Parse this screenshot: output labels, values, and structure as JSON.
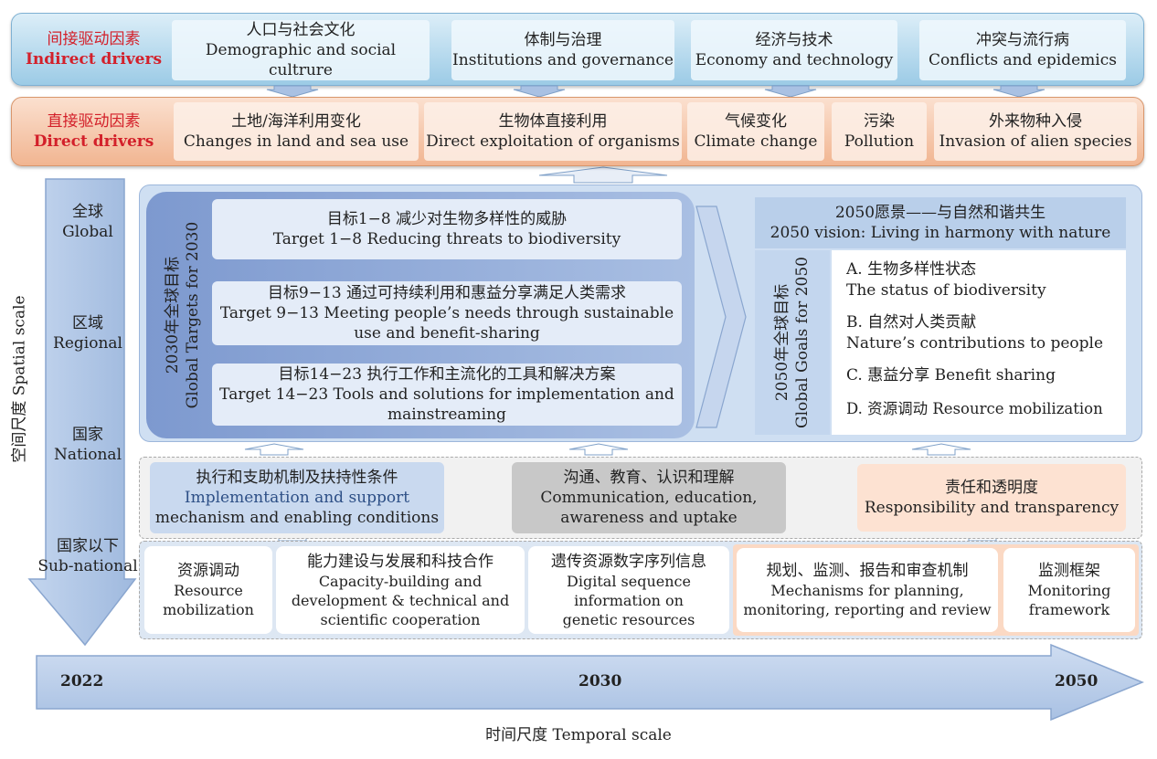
{
  "indirect": {
    "label_zh": "间接驱动因素",
    "label_en": "Indirect drivers",
    "items": [
      {
        "zh": "人口与社会文化",
        "en": "Demographic and social cultrure"
      },
      {
        "zh": "体制与治理",
        "en": "Institutions and governance"
      },
      {
        "zh": "经济与技术",
        "en": "Economy and technology"
      },
      {
        "zh": "冲突与流行病",
        "en": "Conflicts and epidemics"
      }
    ]
  },
  "direct": {
    "label_zh": "直接驱动因素",
    "label_en": "Direct drivers",
    "items": [
      {
        "zh": "土地/海洋利用变化",
        "en": "Changes in land and sea use"
      },
      {
        "zh": "生物体直接利用",
        "en": "Direct exploitation of organisms"
      },
      {
        "zh": "气候变化",
        "en": "Climate change"
      },
      {
        "zh": "污染",
        "en": "Pollution"
      },
      {
        "zh": "外来物种入侵",
        "en": "Invasion of alien species"
      }
    ]
  },
  "spatial": {
    "axis_label": "空间尺度 Spatial scale",
    "levels": [
      {
        "zh": "全球",
        "en": "Global"
      },
      {
        "zh": "区域",
        "en": "Regional"
      },
      {
        "zh": "国家",
        "en": "National"
      },
      {
        "zh": "国家以下",
        "en": "Sub-national"
      }
    ]
  },
  "targets2030": {
    "side_zh": "2030年全球目标",
    "side_en": "Global Targets for 2030",
    "items": [
      {
        "zh": "目标1−8 减少对生物多样性的威胁",
        "en1": "Target 1−8 Reducing threats to biodiversity",
        "en2": ""
      },
      {
        "zh": "目标9−13 通过可持续利用和惠益分享满足人类需求",
        "en1": "Target 9−13 Meeting people’s needs through sustainable",
        "en2": "use and benefit-sharing"
      },
      {
        "zh": "目标14−23 执行工作和主流化的工具和解决方案",
        "en1": "Target 14−23 Tools and solutions for implementation and",
        "en2": "mainstreaming"
      }
    ]
  },
  "vision2050": {
    "zh": "2050愿景——与自然和谐共生",
    "en": "2050 vision: Living in harmony with nature",
    "side_zh": "2050年全球目标",
    "side_en": "Global Goals for 2050",
    "goals": [
      {
        "zh": "A. 生物多样性状态",
        "en": "The status of biodiversity"
      },
      {
        "zh": "B. 自然对人类贡献",
        "en": "Nature’s contributions to people"
      },
      {
        "zh": "C. 惠益分享 Benefit sharing",
        "en": ""
      },
      {
        "zh": "D. 资源调动 Resource mobilization",
        "en": ""
      }
    ]
  },
  "enabling": [
    {
      "zh": "执行和支助机制及扶持性条件",
      "en1": "Implementation and support",
      "en2": "mechanism and enabling conditions"
    },
    {
      "zh": "沟通、教育、认识和理解",
      "en1": "Communication, education,",
      "en2": "awareness and uptake"
    },
    {
      "zh": "责任和透明度",
      "en1": "Responsibility and transparency",
      "en2": ""
    }
  ],
  "base": [
    {
      "zh": "资源调动",
      "l1": "Resource",
      "l2": "mobilization",
      "l3": ""
    },
    {
      "zh": "能力建设与发展和科技合作",
      "l1": "Capacity-building and",
      "l2": "development & technical and",
      "l3": "scientific cooperation"
    },
    {
      "zh": "遗传资源数字序列信息",
      "l1": "Digital sequence",
      "l2": "information on",
      "l3": "genetic resources"
    },
    {
      "zh": "规划、监测、报告和审查机制",
      "l1": "Mechanisms for planning,",
      "l2": "monitoring, reporting and review",
      "l3": ""
    },
    {
      "zh": "监测框架",
      "l1": "Monitoring",
      "l2": "framework",
      "l3": ""
    }
  ],
  "temporal": {
    "years": [
      "2022",
      "2030",
      "2050"
    ],
    "axis_label": "时间尺度 Temporal scale"
  },
  "colors": {
    "indirect": "#9ccbe6",
    "direct": "#f1b591",
    "arrow": "#a9c1e3",
    "red_label": "#d3202a"
  }
}
